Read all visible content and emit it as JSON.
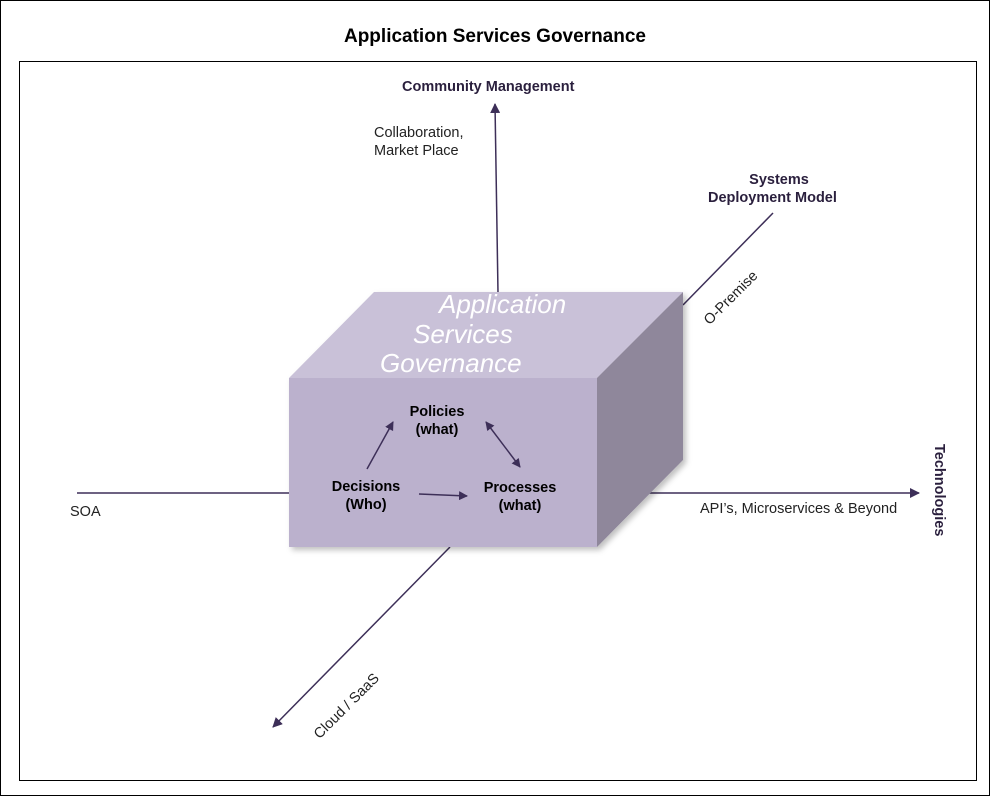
{
  "title": "Application Services Governance",
  "axes": {
    "vertical": {
      "name": "Community Management",
      "note_line1": "Collaboration,",
      "note_line2": "Market Place"
    },
    "diagonal": {
      "name_line1": "Systems",
      "name_line2": "Deployment Model",
      "upper_end": "O-Premise",
      "lower_end": "Cloud / SaaS"
    },
    "horizontal": {
      "name": "Technologies",
      "left_end": "SOA",
      "right_end": "API’s, Microservices & Beyond"
    }
  },
  "box": {
    "title_line1": "Application",
    "title_line2": "Services",
    "title_line3": "Governance",
    "nodes": {
      "policies": {
        "line1": "Policies",
        "line2": "(what)"
      },
      "decisions": {
        "line1": "Decisions",
        "line2": "(Who)"
      },
      "processes": {
        "line1": "Processes",
        "line2": "(what)"
      }
    }
  },
  "colors": {
    "line": "#3d2f58",
    "box_top": "#c9c1d8",
    "box_front": "#bbb1cd",
    "box_side": "#8f879b"
  }
}
